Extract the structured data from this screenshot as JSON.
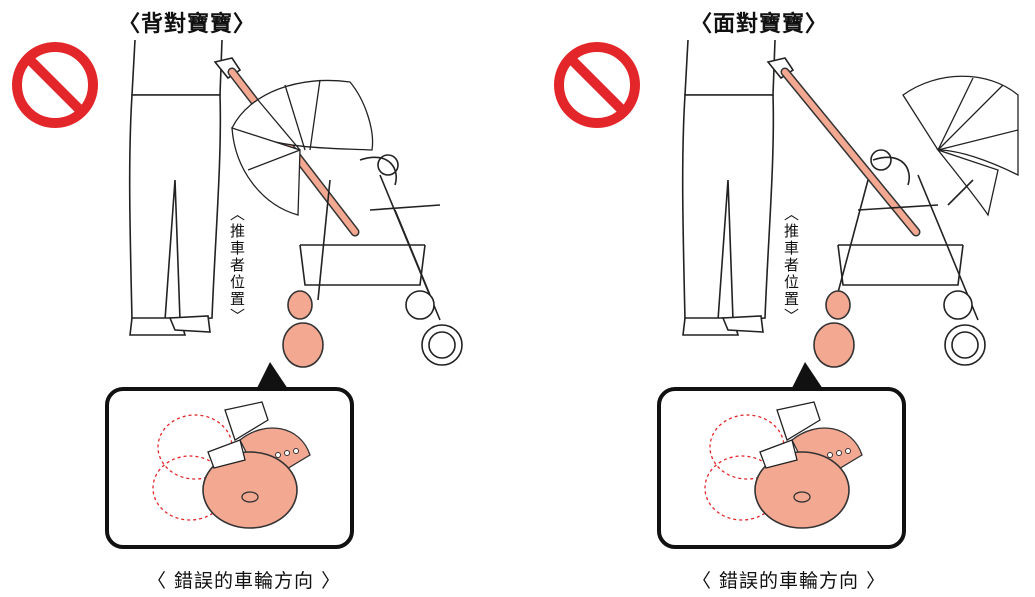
{
  "panels": [
    {
      "title": "〈背對寶寶〉",
      "pusher_label": "〈推車者位置〉",
      "caption": "〈 錯誤的車輪方向 〉",
      "prohibit_icon": "prohibition-icon"
    },
    {
      "title": "〈面對寶寶〉",
      "pusher_label": "〈推車者位置〉",
      "caption": "〈 錯誤的車輪方向 〉",
      "prohibit_icon": "prohibition-icon"
    }
  ],
  "colors": {
    "prohibit_red": "#e3262a",
    "wheel_fill": "#f3a892",
    "wheel_stroke": "#333333",
    "dashed_red": "#e3262a",
    "inset_border": "#111111"
  }
}
